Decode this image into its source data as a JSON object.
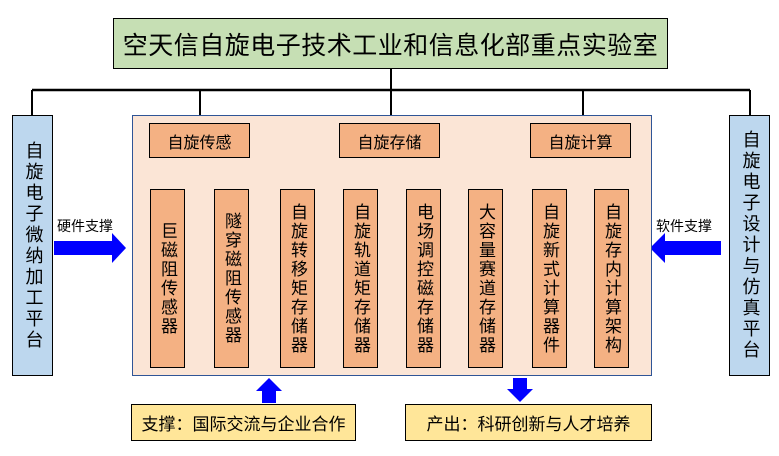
{
  "title": "空天信自旋电子技术工业和信息化部重点实验室",
  "left_platform": {
    "label": "自旋电子微纳加工平台",
    "support_label": "硬件支撑"
  },
  "right_platform": {
    "label": "自旋电子设计与仿真平台",
    "support_label": "软件支撑"
  },
  "categories": [
    {
      "label": "自旋传感",
      "children": [
        "巨磁阻传感器",
        "隧穿磁阻传感器"
      ]
    },
    {
      "label": "自旋存储",
      "children": [
        "自旋转移矩存储器",
        "自旋轨道矩存储器",
        "电场调控磁存储器",
        "大容量赛道存储器"
      ]
    },
    {
      "label": "自旋计算",
      "children": [
        "自旋新式计算器件",
        "自旋存内计算架构"
      ]
    }
  ],
  "bottom": {
    "support": "支撑：国际交流与企业合作",
    "output": "产出：科研创新与人才培养"
  },
  "colors": {
    "title_fill": "#c6dfb4",
    "platform_fill": "#bdd7ee",
    "panel_fill": "#fbe5d6",
    "panel_border": "#2f5597",
    "node_fill": "#f4b183",
    "bottom_fill": "#ffe699",
    "arrow": "#0000ff"
  }
}
